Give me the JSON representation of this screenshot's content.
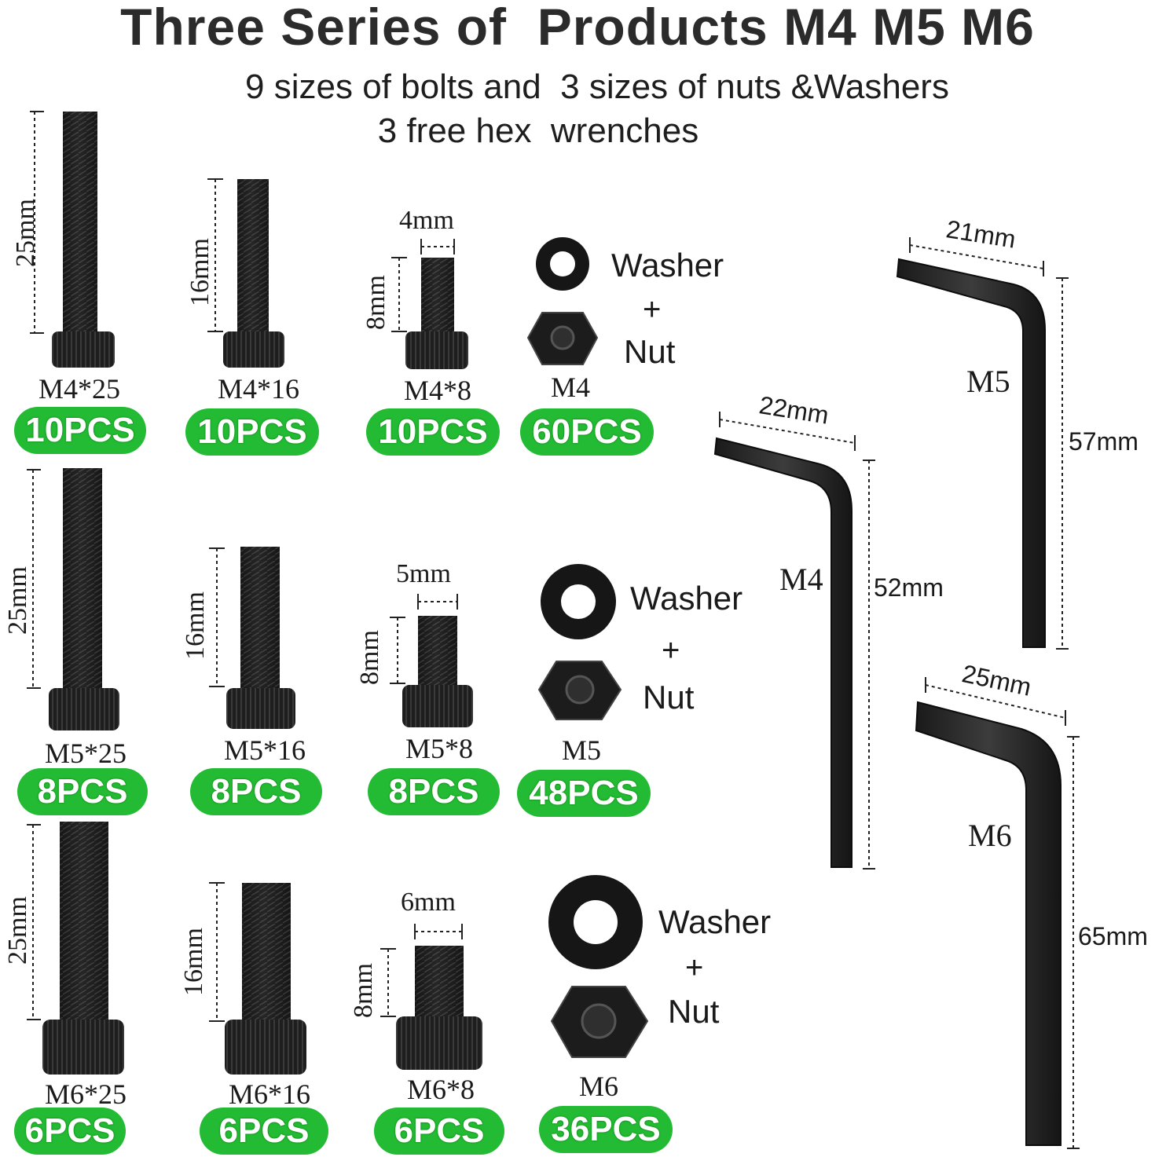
{
  "title": "Three Series of  Products M4 M5 M6",
  "subtitle_1": "9 sizes of bolts and  3 sizes of nuts &Washers",
  "subtitle_2": "3 free hex  wrenches",
  "accent_color": "#22bb33",
  "rows": [
    {
      "bolts": [
        {
          "label": "M4*25",
          "qty": "10PCS",
          "length": "25mm"
        },
        {
          "label": "M4*16",
          "qty": "10PCS",
          "length": "16mm"
        },
        {
          "label": "M4*8",
          "qty": "10PCS",
          "length": "8mm",
          "diameter": "4mm"
        }
      ],
      "washer_nut": {
        "washer": "Washer",
        "plus": "+",
        "nut": "Nut",
        "label": "M4",
        "qty": "60PCS"
      }
    },
    {
      "bolts": [
        {
          "label": "M5*25",
          "qty": "8PCS",
          "length": "25mm"
        },
        {
          "label": "M5*16",
          "qty": "8PCS",
          "length": "16mm"
        },
        {
          "label": "M5*8",
          "qty": "8PCS",
          "length": "8mm",
          "diameter": "5mm"
        }
      ],
      "washer_nut": {
        "washer": "Washer",
        "plus": "+",
        "nut": "Nut",
        "label": "M5",
        "qty": "48PCS"
      }
    },
    {
      "bolts": [
        {
          "label": "M6*25",
          "qty": "6PCS",
          "length": "25mm"
        },
        {
          "label": "M6*16",
          "qty": "6PCS",
          "length": "16mm"
        },
        {
          "label": "M6*8",
          "qty": "6PCS",
          "length": "8mm",
          "diameter": "6mm"
        }
      ],
      "washer_nut": {
        "washer": "Washer",
        "plus": "+",
        "nut": "Nut",
        "label": "M6",
        "qty": "36PCS"
      }
    }
  ],
  "wrenches": [
    {
      "label": "M4",
      "short_arm": "22mm",
      "long_arm": "52mm"
    },
    {
      "label": "M5",
      "short_arm": "21mm",
      "long_arm": "57mm"
    },
    {
      "label": "M6",
      "short_arm": "25mm",
      "long_arm": "65mm"
    }
  ]
}
